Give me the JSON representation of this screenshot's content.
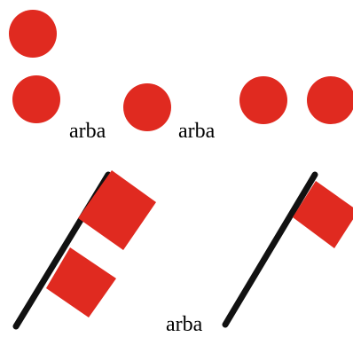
{
  "labels": [
    "arba",
    "arba",
    "arba"
  ],
  "colors": {
    "flag": "#e02a20",
    "dot": "#e02a20",
    "pole": "#111111",
    "text": "#000000",
    "background": "#ffffff"
  },
  "icons": {
    "dot": "red-circle-icon",
    "flag": "red-flag-icon",
    "pole": "flag-pole-icon"
  }
}
